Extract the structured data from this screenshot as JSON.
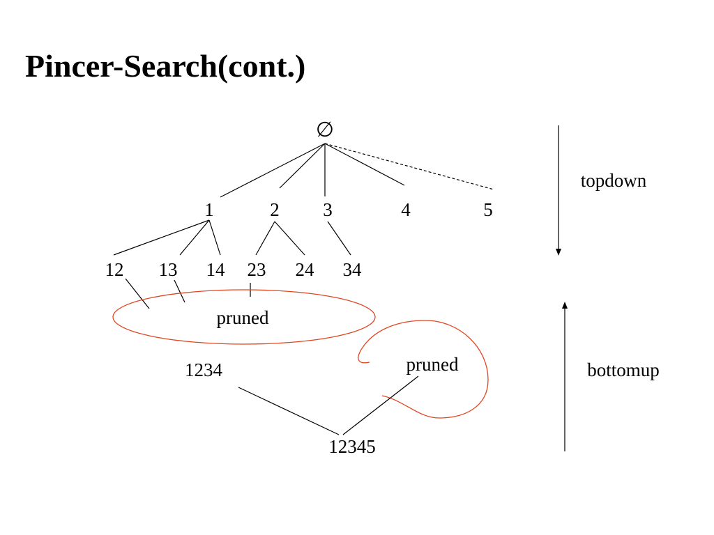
{
  "slide": {
    "title": "Pincer-Search(cont.)"
  },
  "lattice": {
    "root": "∅",
    "level1": [
      "1",
      "2",
      "3",
      "4",
      "5"
    ],
    "level2": [
      "12",
      "13",
      "14",
      "23",
      "24",
      "34"
    ],
    "pruned_top_label": "pruned",
    "pruned_bottom_label": "pruned",
    "level4": "1234",
    "level5": "12345"
  },
  "directions": {
    "topdown": "topdown",
    "bottomup": "bottomup"
  },
  "colors": {
    "pruned_outline": "#e0451f",
    "line": "#000000"
  }
}
